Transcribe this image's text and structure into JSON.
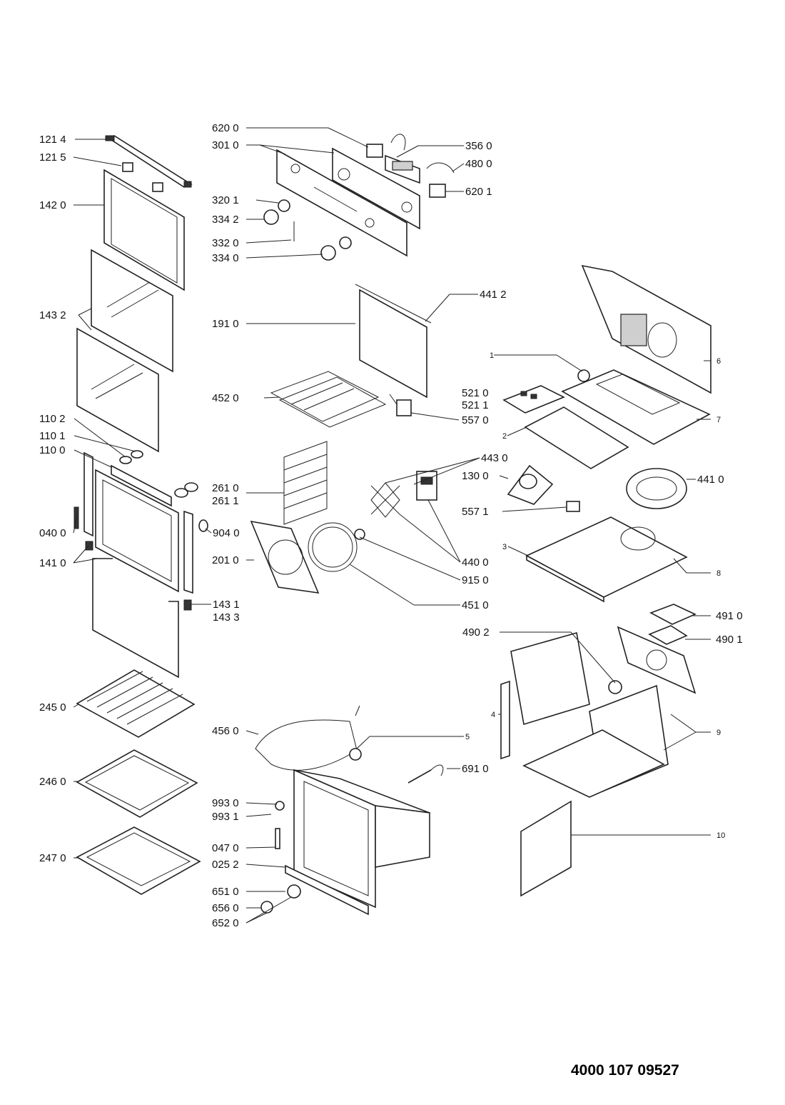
{
  "document_number": "4000 107 09527",
  "labels": {
    "l121_4": "121 4",
    "l121_5": "121 5",
    "l142_0": "142 0",
    "l143_2": "143 2",
    "l110_2": "110 2",
    "l110_1": "110 1",
    "l110_0": "110 0",
    "l040_0": "040 0",
    "l141_0": "141 0",
    "l245_0": "245 0",
    "l246_0": "246 0",
    "l247_0": "247 0",
    "l620_0": "620 0",
    "l301_0": "301 0",
    "l320_1": "320 1",
    "l334_2": "334 2",
    "l332_0": "332 0",
    "l334_0": "334 0",
    "l191_0": "191 0",
    "l452_0": "452 0",
    "l261_0": "261 0",
    "l261_1": "261 1",
    "l904_0": "904 0",
    "l201_0": "201 0",
    "l143_1": "143 1",
    "l143_3": "143 3",
    "l456_0": "456 0",
    "l993_0": "993 0",
    "l993_1": "993 1",
    "l047_0": "047 0",
    "l025_2": "025 2",
    "l651_0": "651 0",
    "l656_0": "656 0",
    "l652_0": "652 0",
    "l356_0": "356 0",
    "l480_0": "480 0",
    "l620_1": "620 1",
    "l441_2": "441 2",
    "l521_0": "521 0",
    "l521_1": "521 1",
    "l557_0": "557 0",
    "l443_0": "443 0",
    "l130_0": "130 0",
    "l557_1": "557 1",
    "l440_0": "440 0",
    "l915_0": "915 0",
    "l451_0": "451 0",
    "l441_0": "441 0",
    "l491_0": "491 0",
    "l490_2": "490 2",
    "l490_1": "490 1",
    "l691_0": "691 0",
    "n1": "1",
    "n2": "2",
    "n3": "3",
    "n4": "4",
    "n5": "5",
    "n6": "6",
    "n7": "7",
    "n8": "8",
    "n9": "9",
    "n10": "10"
  }
}
